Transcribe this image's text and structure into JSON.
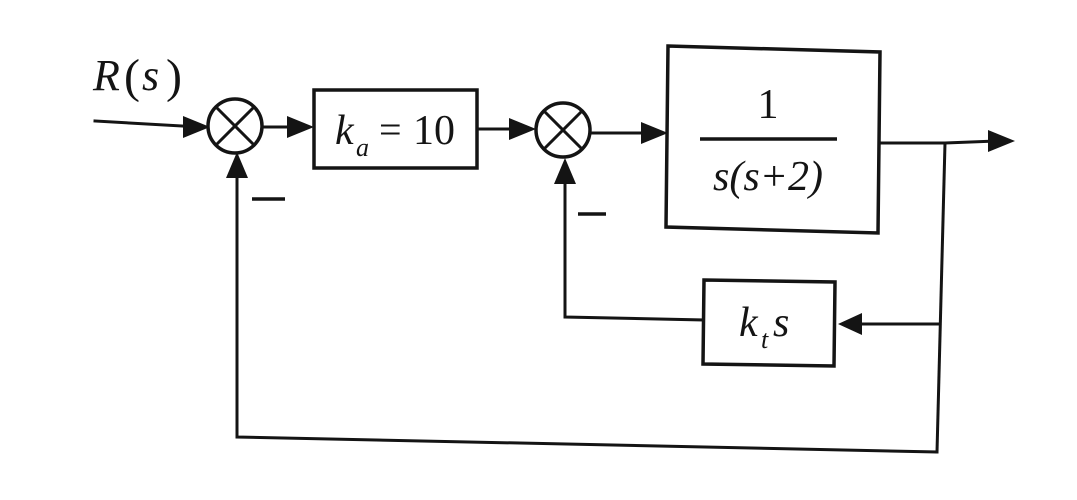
{
  "input": {
    "signal": "R",
    "open": "(",
    "variable": "s",
    "close": ")"
  },
  "gain_block": {
    "symbol": "k",
    "subscript": "a",
    "equals": "=",
    "value": "10"
  },
  "plant_block": {
    "numerator": "1",
    "denominator": "s(s+2)"
  },
  "feedback_block": {
    "symbol": "k",
    "subscript": "t",
    "variable": "s"
  },
  "sum_junctions": {
    "outer_negative_sign": "−",
    "inner_negative_sign": "−"
  }
}
